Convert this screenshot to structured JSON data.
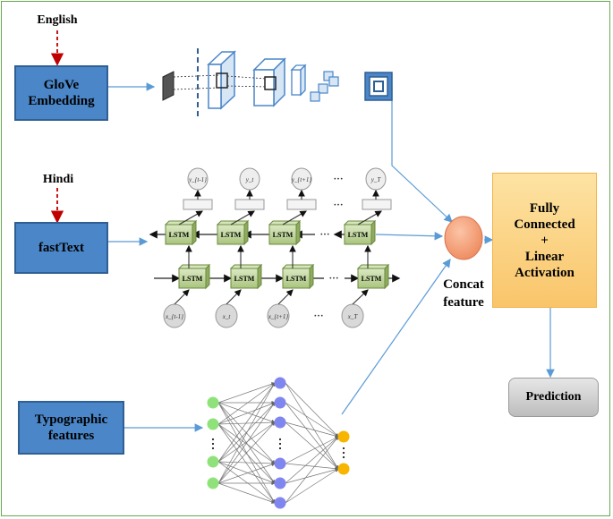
{
  "inputs": {
    "english": "English",
    "hindi": "Hindi",
    "glove": "GloVe\nEmbedding",
    "fasttext": "fastText",
    "typographic": "Typographic\nfeatures"
  },
  "concat": "Concat\nfeature",
  "fc": "Fully\nConnected\n+\nLinear\nActivation",
  "prediction": "Prediction",
  "lstm": {
    "cell_label": "LSTM",
    "outputs": [
      "y_{t-1}",
      "y_t",
      "y_{t+1}",
      "y_T"
    ],
    "inputs": [
      "x_{t-1}",
      "x_t",
      "x_{t+1}",
      "x_T"
    ],
    "ellipsis": "···"
  },
  "colors": {
    "blue_box": "#4a86c8",
    "arrow": "#5b9bd5",
    "dashed_arrow": "#c00000",
    "concat_circle": "#f4a582",
    "fc_box": "#f9c56a",
    "lstm_cell": "#c5d9a5",
    "nn_input": "#8fe27a",
    "nn_hidden": "#7f86f0",
    "nn_output": "#f7b500"
  }
}
